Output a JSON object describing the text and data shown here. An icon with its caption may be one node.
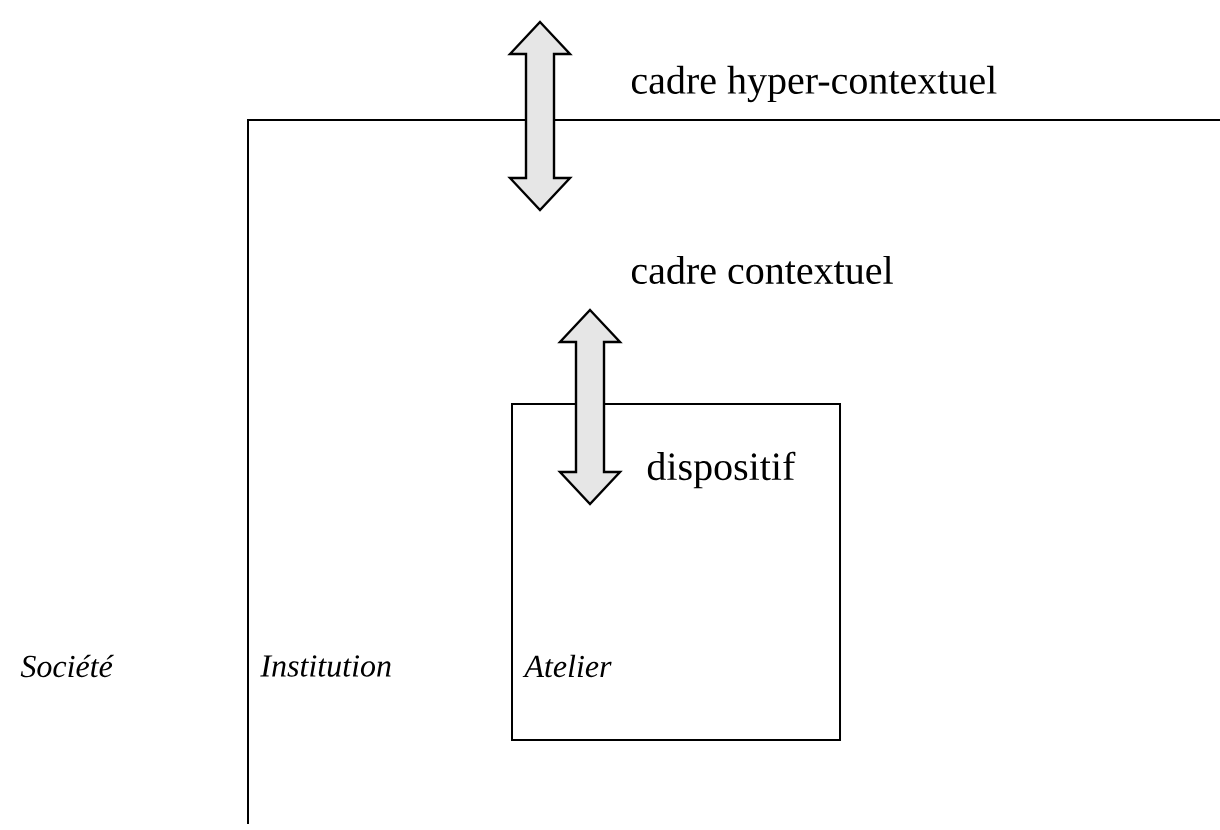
{
  "diagram": {
    "nodes": [
      {
        "text": [
          "Institution",
          "cadre contextuel"
        ]
      },
      {
        "text": [
          "Atelier",
          "dispositif"
        ],
        "in": 0
      }
    ],
    "labels": [
      "cadre hyper-contextuel",
      "Société"
    ]
  }
}
